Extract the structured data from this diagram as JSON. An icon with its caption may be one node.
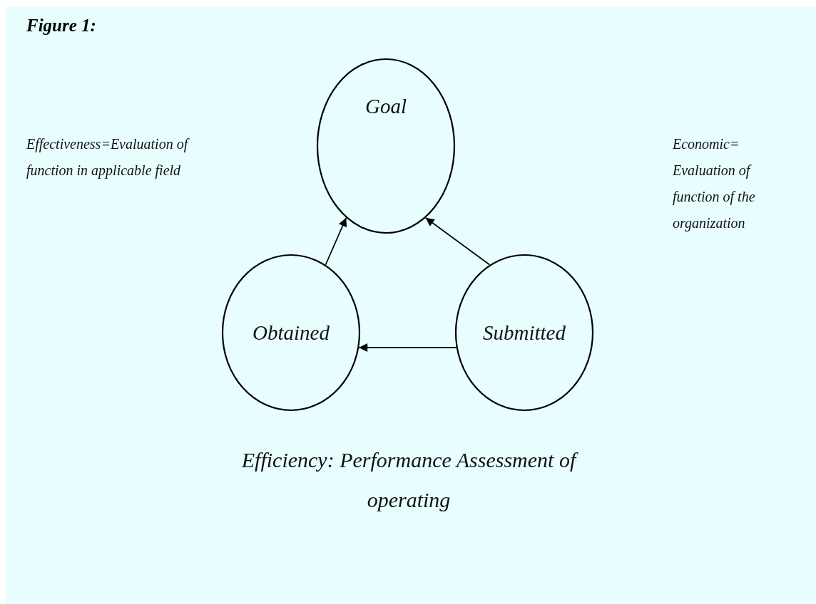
{
  "diagram": {
    "title": "Figure 1:",
    "caption": "Efficiency: Performance Assessment of operating",
    "nodes": [
      {
        "text": [
          "Goal"
        ]
      },
      {
        "text": [
          "Obtained"
        ]
      },
      {
        "text": [
          "Submitted"
        ]
      }
    ],
    "edges": [
      {
        "from": 1,
        "to": 0,
        "arrow": "to"
      },
      {
        "from": 2,
        "to": 0,
        "arrow": "to"
      },
      {
        "from": 2,
        "to": 1,
        "arrow": "to"
      }
    ],
    "labels": [
      "Effectiveness=Evaluation of function in applicable field",
      "Economic= Evaluation of function of the organization"
    ]
  }
}
